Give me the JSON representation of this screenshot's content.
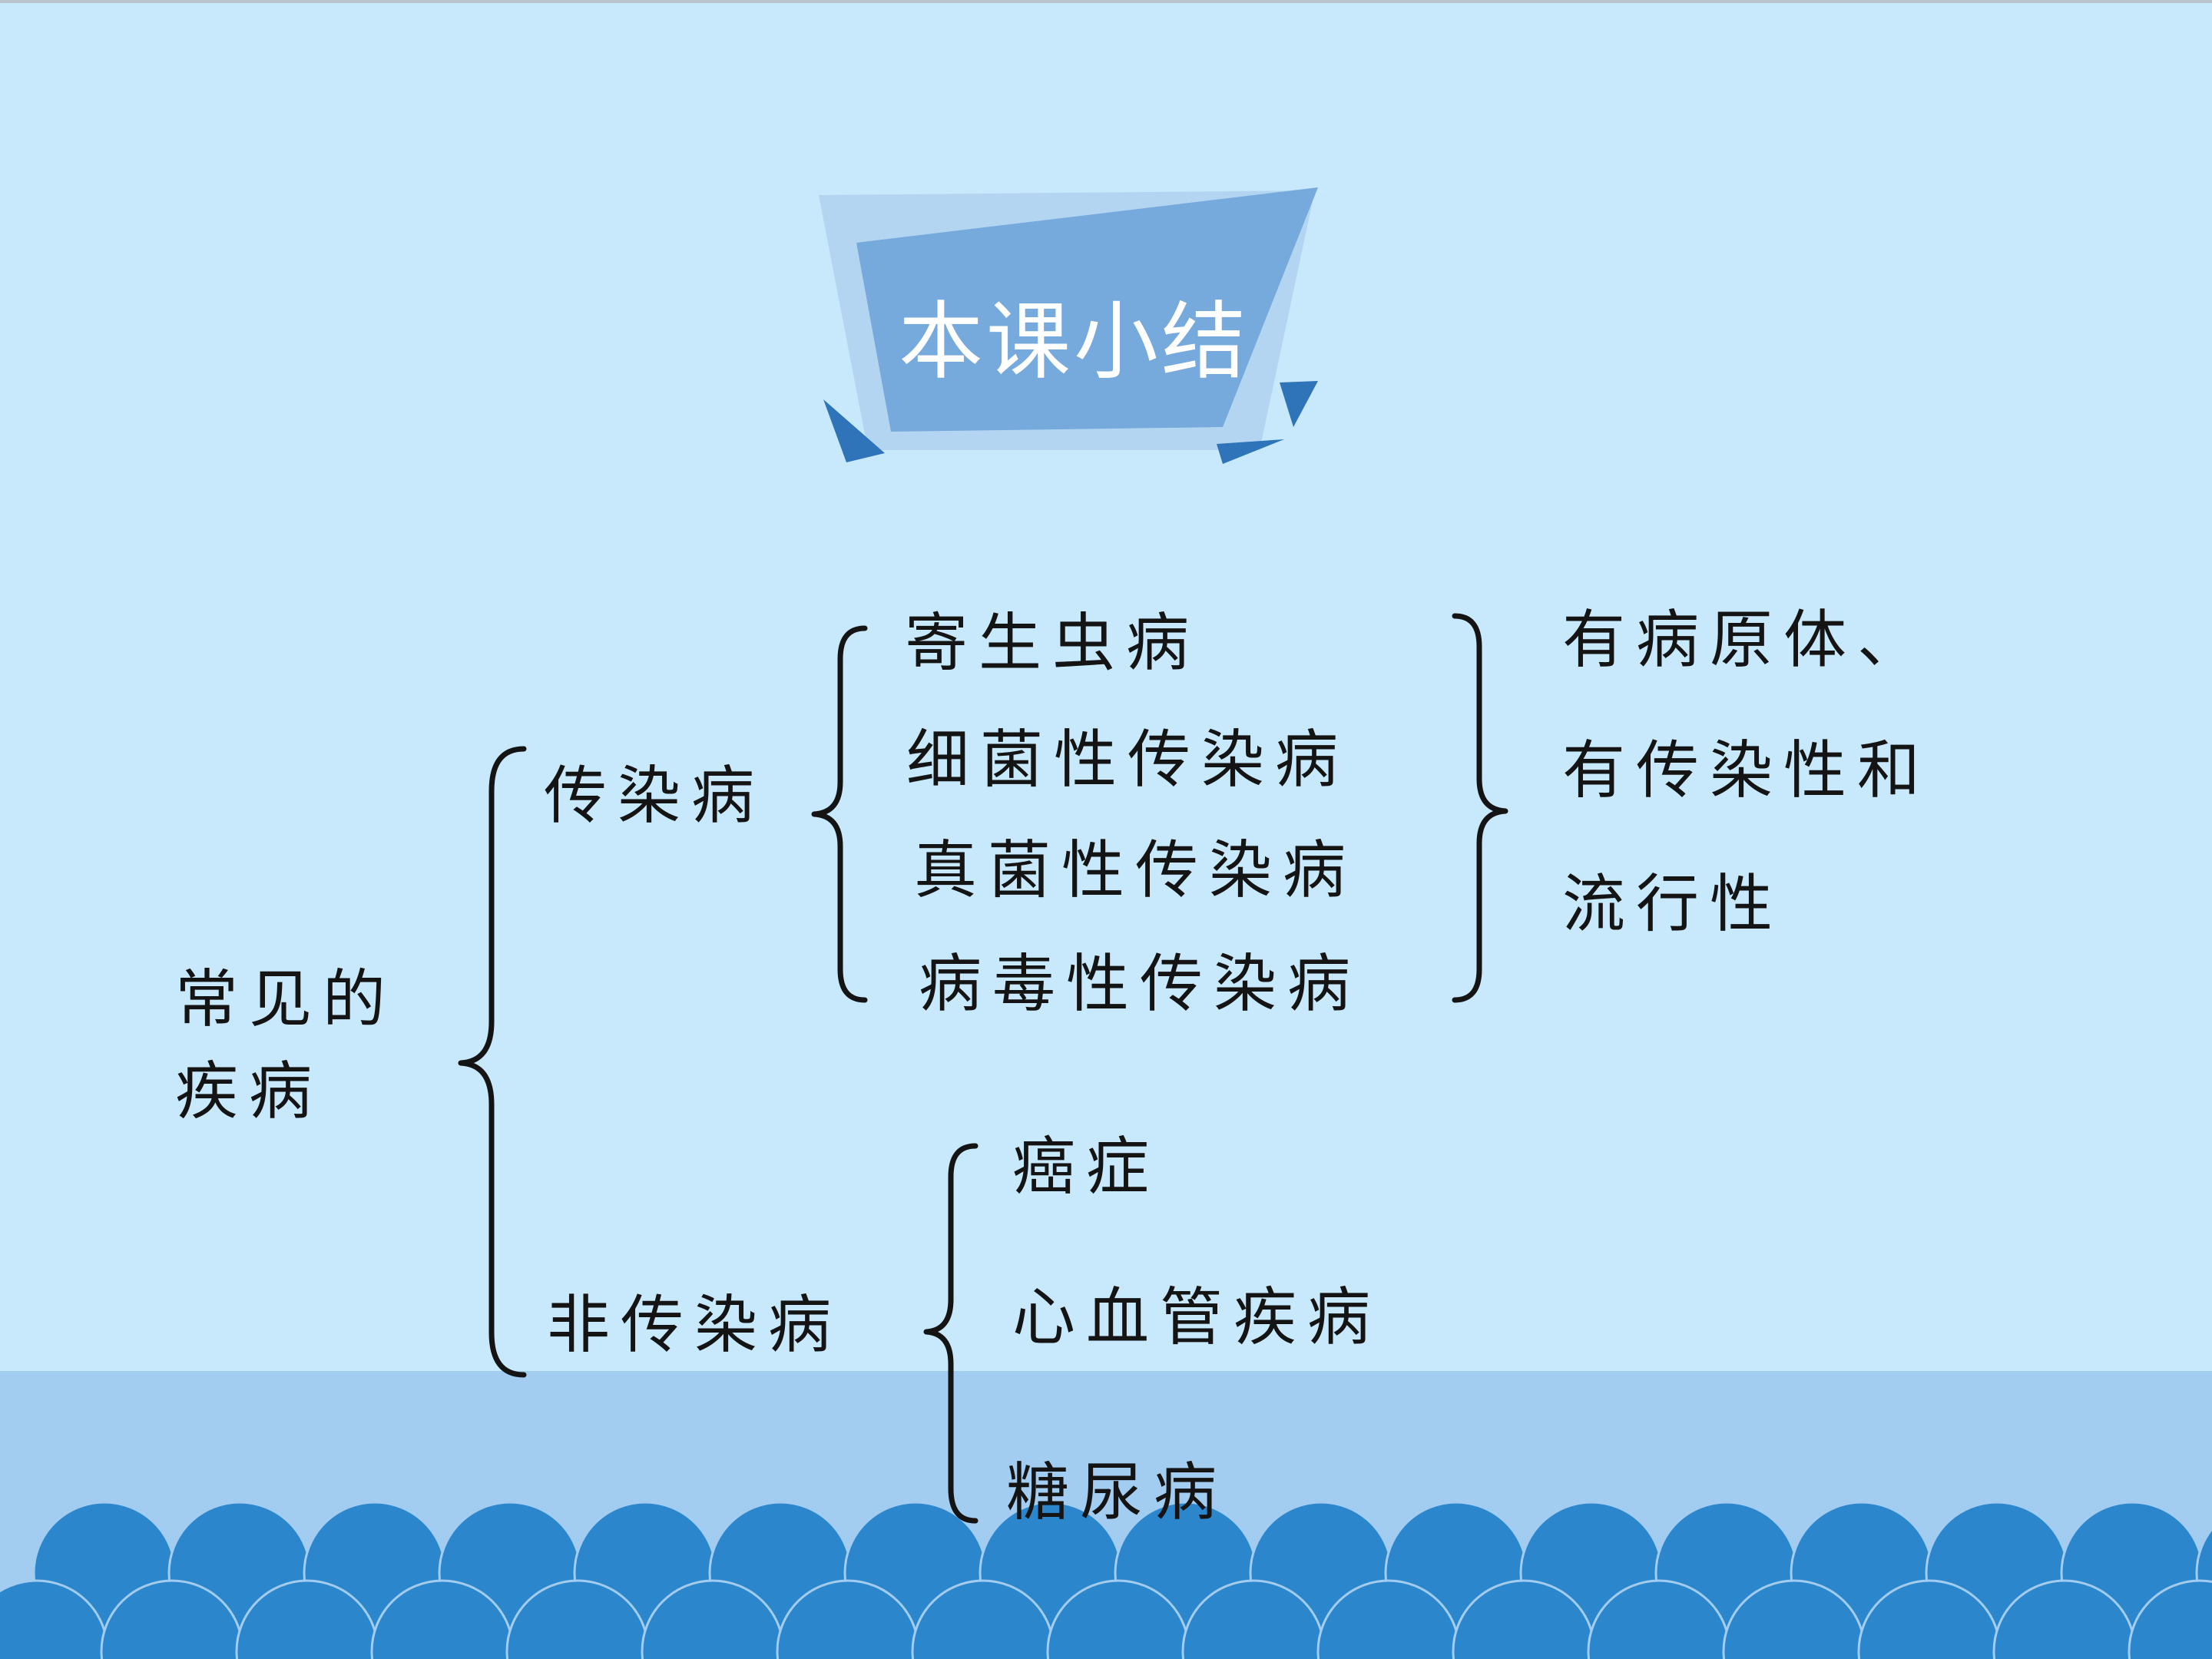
{
  "title": "本课小结",
  "root": "常见的疾病",
  "root_lines": [
    "常见的",
    "疾病"
  ],
  "branches": [
    {
      "label": "传染病",
      "children": [
        "寄生虫病",
        "细菌性传染病",
        "真菌性传染病",
        "病毒性传染病"
      ],
      "feature": "有病原体、有传染性和流行性",
      "feature_lines": [
        "有病原体、",
        "有传染性和",
        "流行性"
      ]
    },
    {
      "label": "非传染病",
      "children": [
        "癌症",
        "心血管疾病",
        "糖尿病"
      ]
    }
  ],
  "colors": {
    "background": "#c8e8fb",
    "sea_light": "#a2cdf0",
    "wave": "#2b86cc",
    "banner": "#76a9dc",
    "banner_back": "#b4d5f1",
    "banner_accent": "#2f74b8",
    "bracket": "#141414"
  }
}
